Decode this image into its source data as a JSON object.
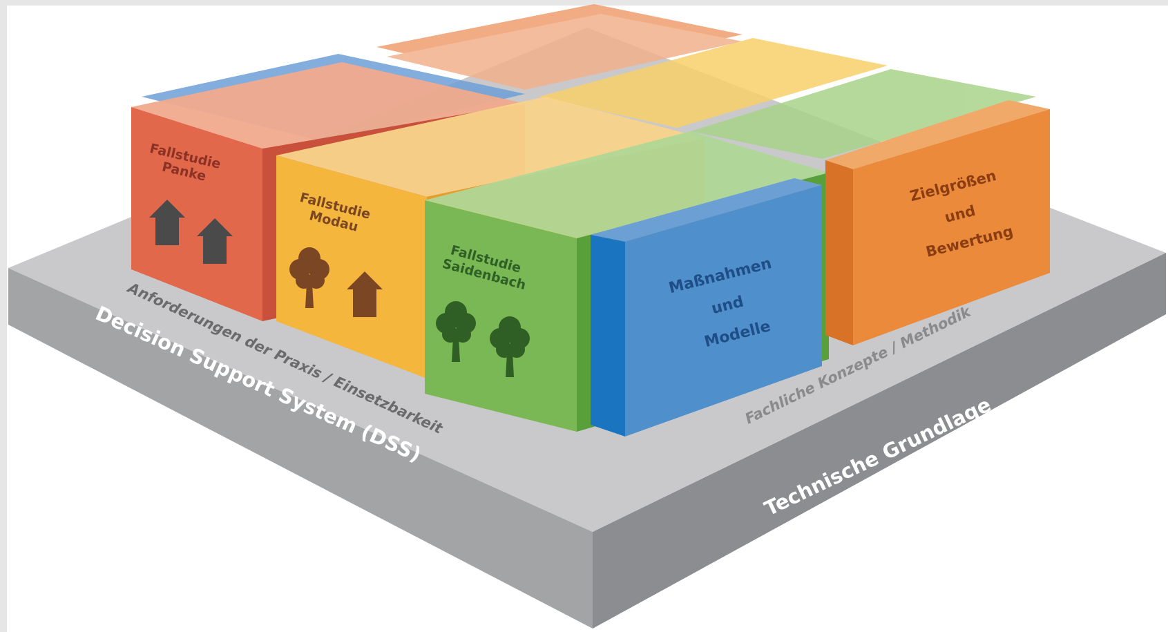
{
  "platform": {
    "front_left_label": "Decision Support System (DSS)",
    "front_right_label": "Technische Grundlage",
    "top_left_label": "Anforderungen der Praxis / Einsetzbarkeit",
    "top_right_label": "Fachliche Konzepte / Methodik"
  },
  "blocks": {
    "panke": {
      "line1": "Fallstudie",
      "line2": "Panke"
    },
    "modau": {
      "line1": "Fallstudie",
      "line2": "Modau"
    },
    "saidenbach": {
      "line1": "Fallstudie",
      "line2": "Saidenbach"
    },
    "massnahmen": {
      "line1": "Maßnahmen",
      "line2": "und",
      "line3": "Modelle"
    },
    "zielgroessen": {
      "line1": "Zielgrößen",
      "line2": "und",
      "line3": "Bewertung"
    }
  },
  "colors": {
    "red": "#e2684c",
    "yellow": "#f4b63c",
    "green": "#7ab855",
    "blue": "#4f8fcc",
    "orange": "#ec8a3c",
    "platform_top": "#c8c8c9",
    "platform_side": "#9a9b9d"
  },
  "icons": [
    "house-icon",
    "tree-icon"
  ]
}
